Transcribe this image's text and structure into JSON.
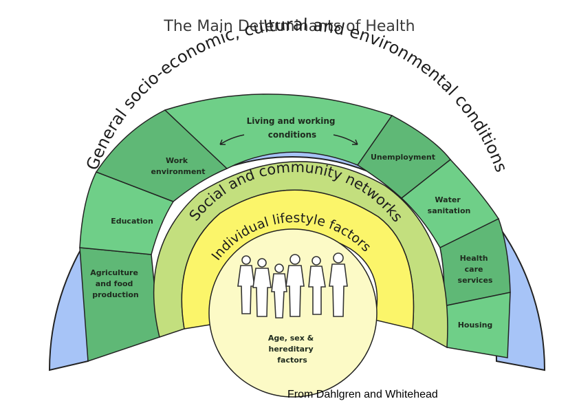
{
  "title": "The Main Determinants of Health",
  "credit": "From Dahlgren and Whitehead",
  "rings": {
    "outer": "General socio-economic, cultural and environmental conditions",
    "social": "Social and community networks",
    "lifestyle": "Individual lifestyle factors"
  },
  "center": {
    "line1": "Age, sex &",
    "line2": "hereditary",
    "line3": "factors"
  },
  "living": {
    "line1": "Living and working",
    "line2": "conditions"
  },
  "segments": {
    "agriculture": [
      "Agriculture",
      "and food",
      "production"
    ],
    "education": [
      "Education"
    ],
    "work": [
      "Work",
      "environment"
    ],
    "unemployment": [
      "Unemployment"
    ],
    "water": [
      "Water",
      "sanitation"
    ],
    "health": [
      "Health",
      "care",
      "services"
    ],
    "housing": [
      "Housing"
    ]
  },
  "colors": {
    "outer_ring": "#a7c4f7",
    "segment_dark": "#5fb876",
    "segment_light": "#6fcf88",
    "social_ring": "#c3df7e",
    "lifestyle_ring": "#fbf56a",
    "center": "#fcfac6",
    "outline": "#222222"
  }
}
